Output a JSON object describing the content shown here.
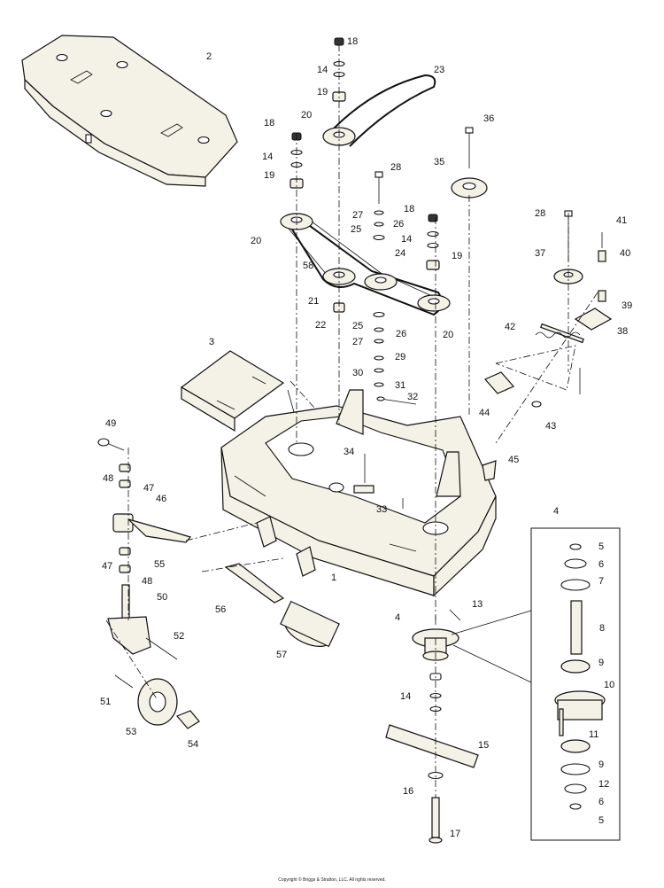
{
  "callouts": [
    {
      "num": "1",
      "name": "callout-1"
    },
    {
      "num": "2",
      "name": "callout-2"
    },
    {
      "num": "3",
      "name": "callout-3"
    },
    {
      "num": "4",
      "name": "callout-4a"
    },
    {
      "num": "4",
      "name": "callout-4b"
    },
    {
      "num": "5",
      "name": "callout-5a"
    },
    {
      "num": "5",
      "name": "callout-5b"
    },
    {
      "num": "6",
      "name": "callout-6a"
    },
    {
      "num": "6",
      "name": "callout-6b"
    },
    {
      "num": "7",
      "name": "callout-7"
    },
    {
      "num": "8",
      "name": "callout-8"
    },
    {
      "num": "9",
      "name": "callout-9a"
    },
    {
      "num": "9",
      "name": "callout-9b"
    },
    {
      "num": "10",
      "name": "callout-10"
    },
    {
      "num": "11",
      "name": "callout-11"
    },
    {
      "num": "12",
      "name": "callout-12"
    },
    {
      "num": "13",
      "name": "callout-13"
    },
    {
      "num": "14",
      "name": "callout-14a"
    },
    {
      "num": "14",
      "name": "callout-14b"
    },
    {
      "num": "14",
      "name": "callout-14c"
    },
    {
      "num": "14",
      "name": "callout-14d"
    },
    {
      "num": "15",
      "name": "callout-15"
    },
    {
      "num": "16",
      "name": "callout-16"
    },
    {
      "num": "17",
      "name": "callout-17"
    },
    {
      "num": "18",
      "name": "callout-18a"
    },
    {
      "num": "18",
      "name": "callout-18b"
    },
    {
      "num": "18",
      "name": "callout-18c"
    },
    {
      "num": "19",
      "name": "callout-19a"
    },
    {
      "num": "19",
      "name": "callout-19b"
    },
    {
      "num": "19",
      "name": "callout-19c"
    },
    {
      "num": "20",
      "name": "callout-20a"
    },
    {
      "num": "20",
      "name": "callout-20b"
    },
    {
      "num": "20",
      "name": "callout-20c"
    },
    {
      "num": "21",
      "name": "callout-21"
    },
    {
      "num": "22",
      "name": "callout-22"
    },
    {
      "num": "23",
      "name": "callout-23"
    },
    {
      "num": "24",
      "name": "callout-24"
    },
    {
      "num": "25",
      "name": "callout-25a"
    },
    {
      "num": "25",
      "name": "callout-25b"
    },
    {
      "num": "26",
      "name": "callout-26a"
    },
    {
      "num": "26",
      "name": "callout-26b"
    },
    {
      "num": "27",
      "name": "callout-27a"
    },
    {
      "num": "27",
      "name": "callout-27b"
    },
    {
      "num": "28",
      "name": "callout-28a"
    },
    {
      "num": "28",
      "name": "callout-28b"
    },
    {
      "num": "29",
      "name": "callout-29"
    },
    {
      "num": "30",
      "name": "callout-30"
    },
    {
      "num": "31",
      "name": "callout-31"
    },
    {
      "num": "32",
      "name": "callout-32"
    },
    {
      "num": "33",
      "name": "callout-33"
    },
    {
      "num": "34",
      "name": "callout-34"
    },
    {
      "num": "35",
      "name": "callout-35"
    },
    {
      "num": "36",
      "name": "callout-36"
    },
    {
      "num": "37",
      "name": "callout-37"
    },
    {
      "num": "38",
      "name": "callout-38"
    },
    {
      "num": "39",
      "name": "callout-39"
    },
    {
      "num": "40",
      "name": "callout-40"
    },
    {
      "num": "41",
      "name": "callout-41"
    },
    {
      "num": "42",
      "name": "callout-42"
    },
    {
      "num": "43",
      "name": "callout-43"
    },
    {
      "num": "44",
      "name": "callout-44"
    },
    {
      "num": "45",
      "name": "callout-45"
    },
    {
      "num": "46",
      "name": "callout-46"
    },
    {
      "num": "47",
      "name": "callout-47a"
    },
    {
      "num": "47",
      "name": "callout-47b"
    },
    {
      "num": "48",
      "name": "callout-48a"
    },
    {
      "num": "48",
      "name": "callout-48b"
    },
    {
      "num": "49",
      "name": "callout-49"
    },
    {
      "num": "50",
      "name": "callout-50"
    },
    {
      "num": "51",
      "name": "callout-51"
    },
    {
      "num": "52",
      "name": "callout-52"
    },
    {
      "num": "53",
      "name": "callout-53"
    },
    {
      "num": "54",
      "name": "callout-54"
    },
    {
      "num": "55",
      "name": "callout-55"
    },
    {
      "num": "56",
      "name": "callout-56"
    },
    {
      "num": "57",
      "name": "callout-57"
    },
    {
      "num": "58",
      "name": "callout-58"
    }
  ],
  "copyright": "Copyright © Briggs & Stratton, LLC. All rights reserved."
}
